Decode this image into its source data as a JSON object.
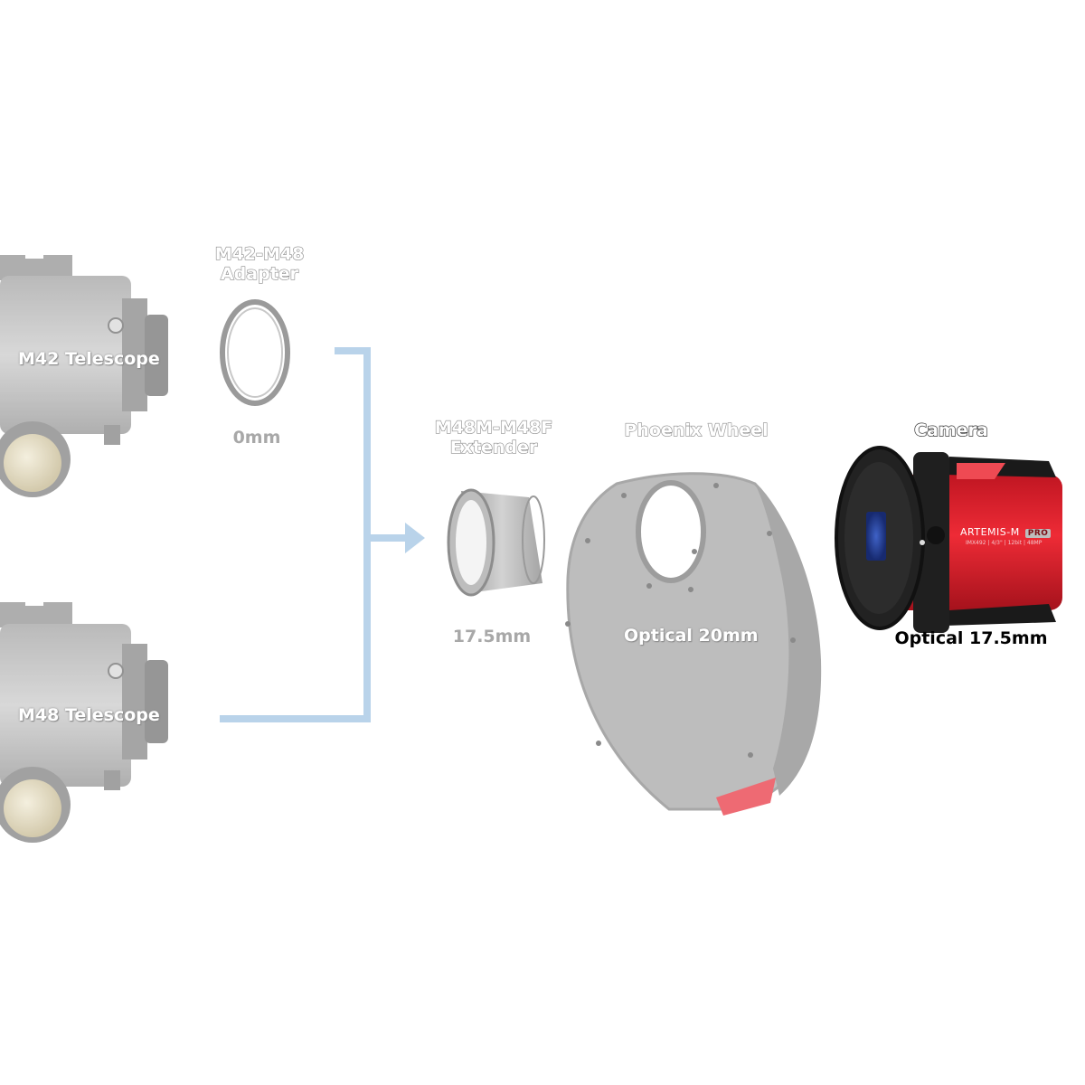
{
  "labels": {
    "m42_telescope": "M42 Telescope",
    "m48_telescope": "M48 Telescope",
    "adapter_title_1": "M42-M48",
    "adapter_title_2": "Adapter",
    "adapter_length": "0mm",
    "extender_title_1": "M48M-M48F",
    "extender_title_2": "Extender",
    "extender_length": "17.5mm",
    "wheel_title": "Phoenix Wheel",
    "wheel_length": "Optical 20mm",
    "camera_title": "Camera",
    "camera_length": "Optical 17.5mm",
    "camera_brand": "ARTEMIS-M",
    "camera_badge": "PRO",
    "camera_specs": "IMX492  |  4/3\"  |  12bit  |  48MP"
  },
  "colors": {
    "connector": "#b9d3ea",
    "camera_red": "#e01f2c",
    "part_grey": "#b4b4b4"
  }
}
